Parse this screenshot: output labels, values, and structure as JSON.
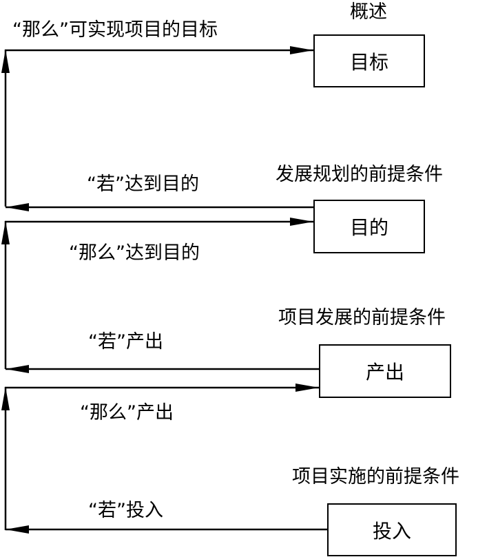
{
  "levels": [
    {
      "box": "目标",
      "condition": "概述",
      "then_label": "“那么”可实现项目的目标"
    },
    {
      "box": "目的",
      "condition": "发展规划的前提条件",
      "if_label": "“若”达到目的",
      "then_label": "“那么”达到目的"
    },
    {
      "box": "产出",
      "condition": "项目发展的前提条件",
      "if_label": "“若”产出",
      "then_label": "“那么”产出"
    },
    {
      "box": "投入",
      "condition": "项目实施的前提条件",
      "if_label": "“若”投入"
    }
  ]
}
